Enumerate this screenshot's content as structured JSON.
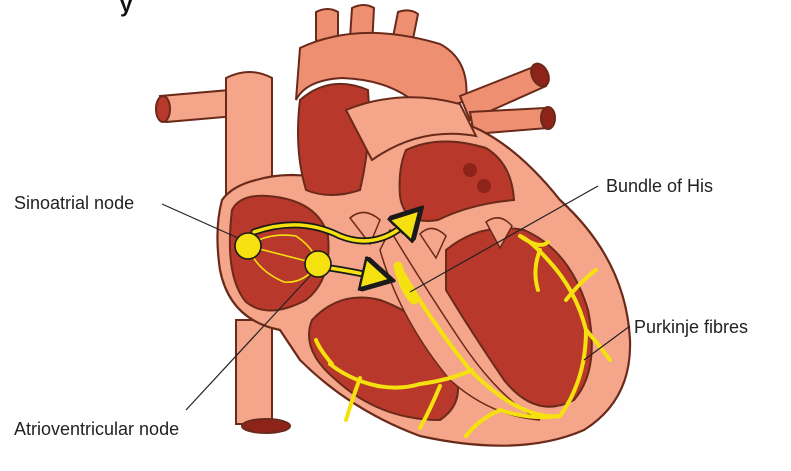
{
  "title_fragment": "y",
  "labels": {
    "sinoatrial_node": "Sinoatrial node",
    "bundle_of_his": "Bundle of His",
    "purkinje_fibres": "Purkinje fibres",
    "atrioventricular_node": "Atrioventricular node"
  },
  "colors": {
    "outer_tissue": "#f4a58a",
    "outer_tissue_dark": "#e07d61",
    "chamber": "#b8382c",
    "chamber_dark": "#8e2419",
    "vessel": "#ef8f72",
    "conduction": "#f5e10f",
    "arrow": "#1a1a1a",
    "leader": "#222222"
  }
}
